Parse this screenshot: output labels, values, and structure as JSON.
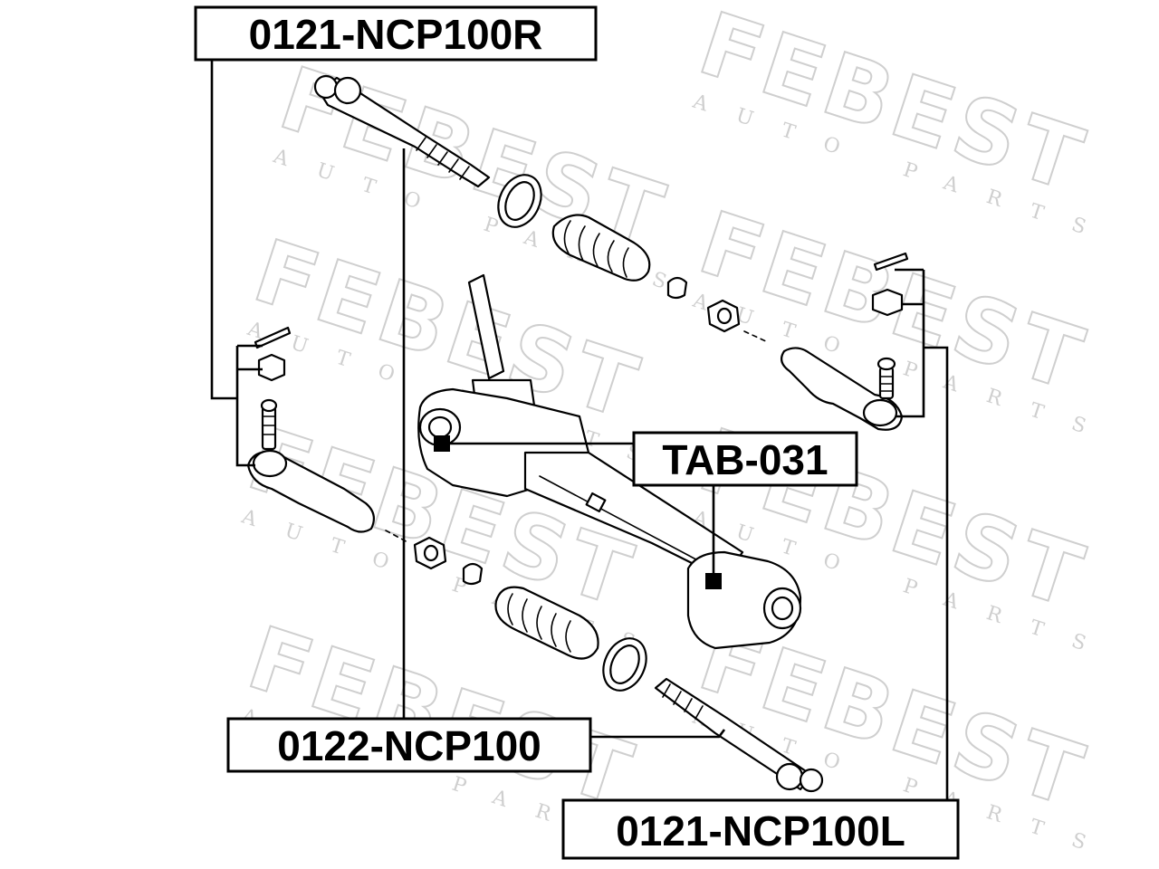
{
  "watermark": {
    "brand": "FEBEST",
    "sub": "AUTO PARTS"
  },
  "labels": {
    "tie_rod_end_right": "0121-NCP100R",
    "tie_rod_end_left": "0121-NCP100L",
    "rack_end": "0122-NCP100",
    "rack_bushing": "TAB-031"
  }
}
